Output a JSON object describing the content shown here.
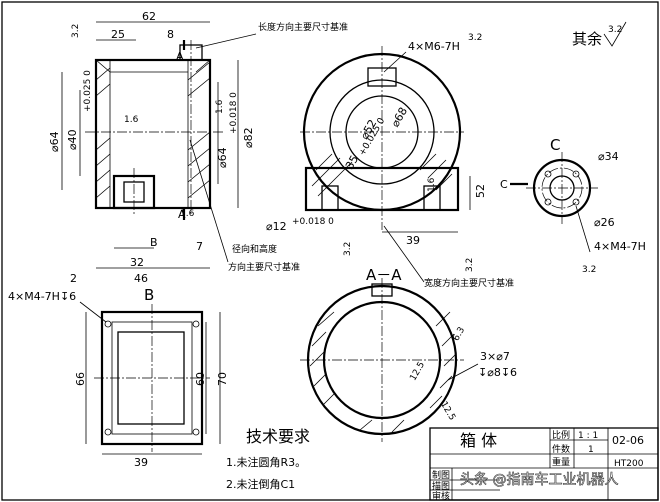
{
  "views": {
    "front": {
      "dims": {
        "w62": "62",
        "w25": "25",
        "w8": "8",
        "d64": "⌀64",
        "d40": "⌀40",
        "tol40": "+0.025\n0",
        "d64b": "⌀64",
        "tol64b": "+0.018\n0",
        "d82": "⌀82",
        "r16a": "1.6",
        "r16b": "1.6",
        "r16c": "1.6",
        "w32": "32",
        "w46": "46",
        "w2": "2",
        "w7": "7",
        "d12": "⌀12",
        "tol12": "+0.018\n0",
        "r32a": "3.2",
        "r32b": "3.2"
      },
      "labels": {
        "A_top": "A",
        "A_bot": "A",
        "B": "B"
      }
    },
    "side": {
      "dims": {
        "thread": "4×M6-7H",
        "d52": "⌀52",
        "d68": "⌀68",
        "d35": "35",
        "tol35": "+0.025\n0",
        "d12": "⌀12",
        "tol12": "+0.018\n0",
        "w52": "52",
        "w39": "39",
        "r32": "3.2",
        "r16": "1.6",
        "r32b": "3.2",
        "r32c": "3.2"
      },
      "labels": {
        "C": "C"
      }
    },
    "c_view": {
      "dims": {
        "d34": "⌀34",
        "d26": "⌀26",
        "thread": "4×M4-7H",
        "r32": "3.2"
      },
      "labels": {
        "C": "C"
      }
    },
    "b_view": {
      "dims": {
        "thread": "4×M4-7H↧6",
        "h66": "66",
        "h60": "60",
        "h70": "70",
        "w39": "39"
      },
      "labels": {
        "B": "B"
      }
    },
    "section_aa": {
      "dims": {
        "r63": "6.3",
        "grooves": "3×⌀7",
        "depth": "↧⌀8↧6",
        "r125a": "12.5",
        "r125b": "12.5"
      },
      "labels": {
        "title": "A－A"
      }
    }
  },
  "annotations": {
    "length_datum": "长度方向主要尺寸基准",
    "radial_datum_1": "径向和高度",
    "radial_datum_2": "方向主要尺寸基准",
    "width_datum": "宽度方向主要尺寸基准",
    "rest": "其余",
    "rest_value": "3.2"
  },
  "tech": {
    "heading": "技术要求",
    "line1": "1.未注圆角R3。",
    "line2": "2.未注倒角C1"
  },
  "title_block": {
    "name": "箱 体",
    "scale_label": "比例",
    "scale_value": "1 : 1",
    "qty_label": "件数",
    "qty_value": "1",
    "weight_label": "重量",
    "material": "HT200",
    "drawing_no": "02-06",
    "draw_label": "制图",
    "draft_label": "描图",
    "check_label": "审核"
  },
  "watermark": "头条 @指南车工业机器人"
}
